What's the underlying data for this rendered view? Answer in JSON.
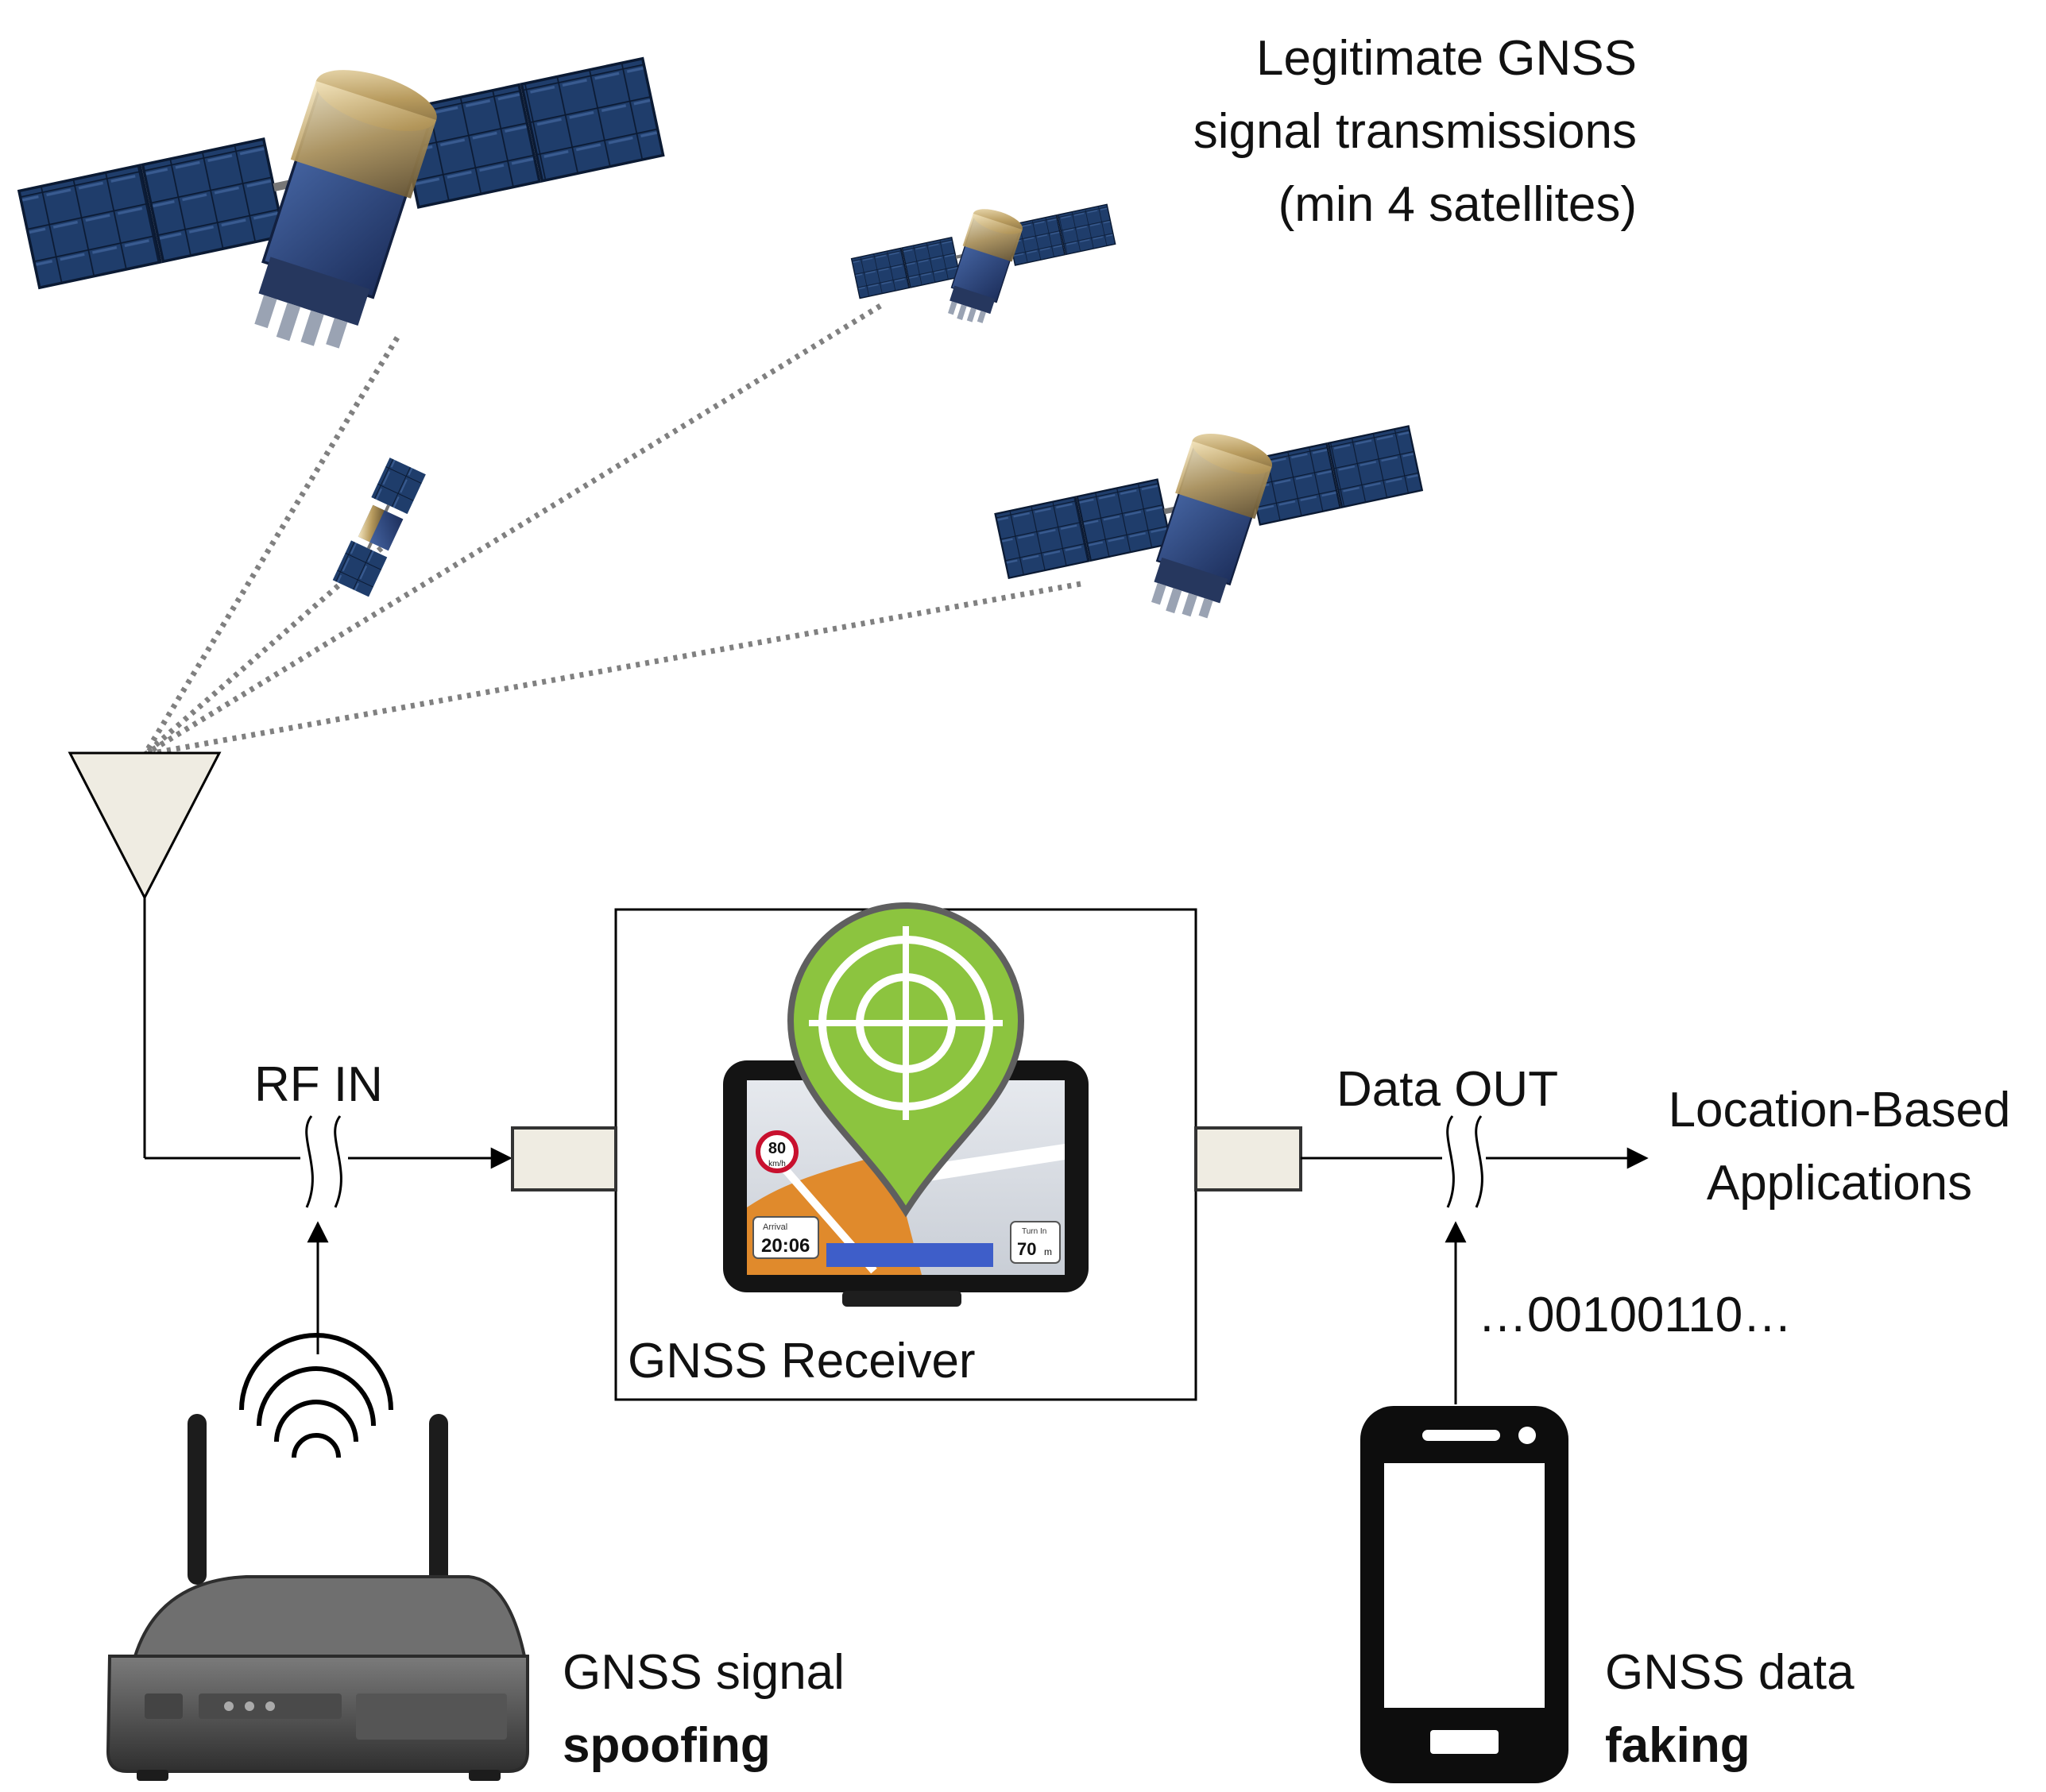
{
  "labels": {
    "legitimate": [
      "Legitimate GNSS",
      "signal transmissions",
      "(min 4 satellites)"
    ],
    "rf_in": "RF IN",
    "data_out": "Data OUT",
    "location_based": [
      "Location-Based",
      "Applications"
    ],
    "receiver": "GNSS Receiver",
    "bitstream": "…00100110…",
    "spoofing": [
      "GNSS signal",
      "spoofing"
    ],
    "faking": [
      "GNSS data",
      "faking"
    ]
  },
  "gps_screen": {
    "speed_limit": "80",
    "speed_unit": "km/h",
    "arrival_label": "Arrival",
    "arrival_time": "20:06",
    "turn_label": "Turn In",
    "turn_distance": "70",
    "turn_unit": "m"
  },
  "colors": {
    "pin_green": "#8cc43f",
    "solar_panel": "#1f3d6b",
    "satellite_body": "#c9b27a",
    "dotted_line": "#808080",
    "antenna_fill": "#efece2",
    "router_body": "#5a5a5a",
    "phone_body": "#0d0d0d"
  },
  "icons": [
    "satellite-icon",
    "antenna-icon",
    "gps-device-icon",
    "location-pin-icon",
    "wifi-router-icon",
    "wireless-signal-icon",
    "smartphone-icon"
  ]
}
